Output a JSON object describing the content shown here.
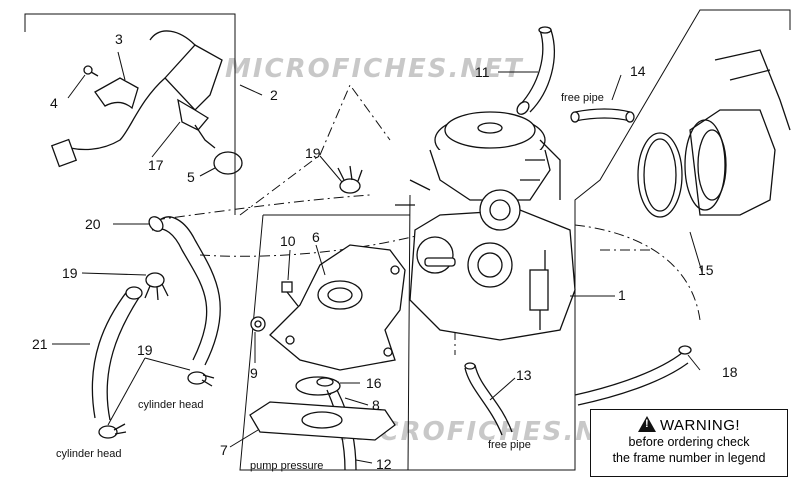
{
  "watermarks": [
    "MICROFICHES.NET",
    "MICROFICHES.NET"
  ],
  "callouts": {
    "n1": "1",
    "n2": "2",
    "n3": "3",
    "n4": "4",
    "n5": "5",
    "n6": "6",
    "n7": "7",
    "n8": "8",
    "n9": "9",
    "n10": "10",
    "n11": "11",
    "n12": "12",
    "n13": "13",
    "n14": "14",
    "n15": "15",
    "n16": "16",
    "n17": "17",
    "n18": "18",
    "n19a": "19",
    "n19b": "19",
    "n19c": "19",
    "n20": "20",
    "n21": "21"
  },
  "labels": {
    "free_pipe_top": "free pipe",
    "free_pipe_bottom": "free pipe",
    "cylinder_head_right": "cylinder head",
    "cylinder_head_left": "cylinder head",
    "pump_pressure": "pump pressure"
  },
  "warning": {
    "title": "WARNING!",
    "line1": "before ordering check",
    "line2": "the frame number in legend"
  }
}
